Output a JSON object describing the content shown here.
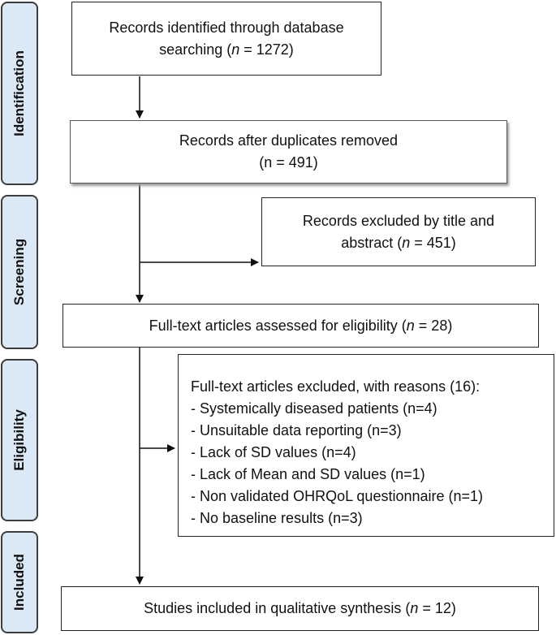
{
  "phases": {
    "identification": "Identification",
    "screening": "Screening",
    "eligibility": "Eligibility",
    "included": "Included"
  },
  "boxes": {
    "identified": {
      "line1": "Records identified through database",
      "pre": "searching (",
      "n": "n",
      "post": " = 1272)"
    },
    "after_duplicates": {
      "line1": "Records after duplicates removed",
      "line2": "(n = 491)"
    },
    "excluded_title": {
      "line1": "Records excluded by title and",
      "pre": "abstract (",
      "n": "n",
      "post": " = 451)"
    },
    "fulltext_assessed": {
      "pre": "Full-text articles assessed for eligibility (",
      "n": "n",
      "post": " = 28)"
    },
    "fulltext_excluded": {
      "heading": "Full-text articles excluded, with reasons (16):",
      "reasons": [
        "- Systemically diseased patients (n=4)",
        "- Unsuitable data reporting (n=3)",
        "- Lack of SD values (n=4)",
        "- Lack of Mean and SD values (n=1)",
        "- Non validated OHRQoL questionnaire (n=1)",
        "- No baseline results (n=3)"
      ]
    },
    "included": {
      "pre": "Studies included in qualitative synthesis (",
      "n": "n",
      "post": " = 12)"
    }
  }
}
